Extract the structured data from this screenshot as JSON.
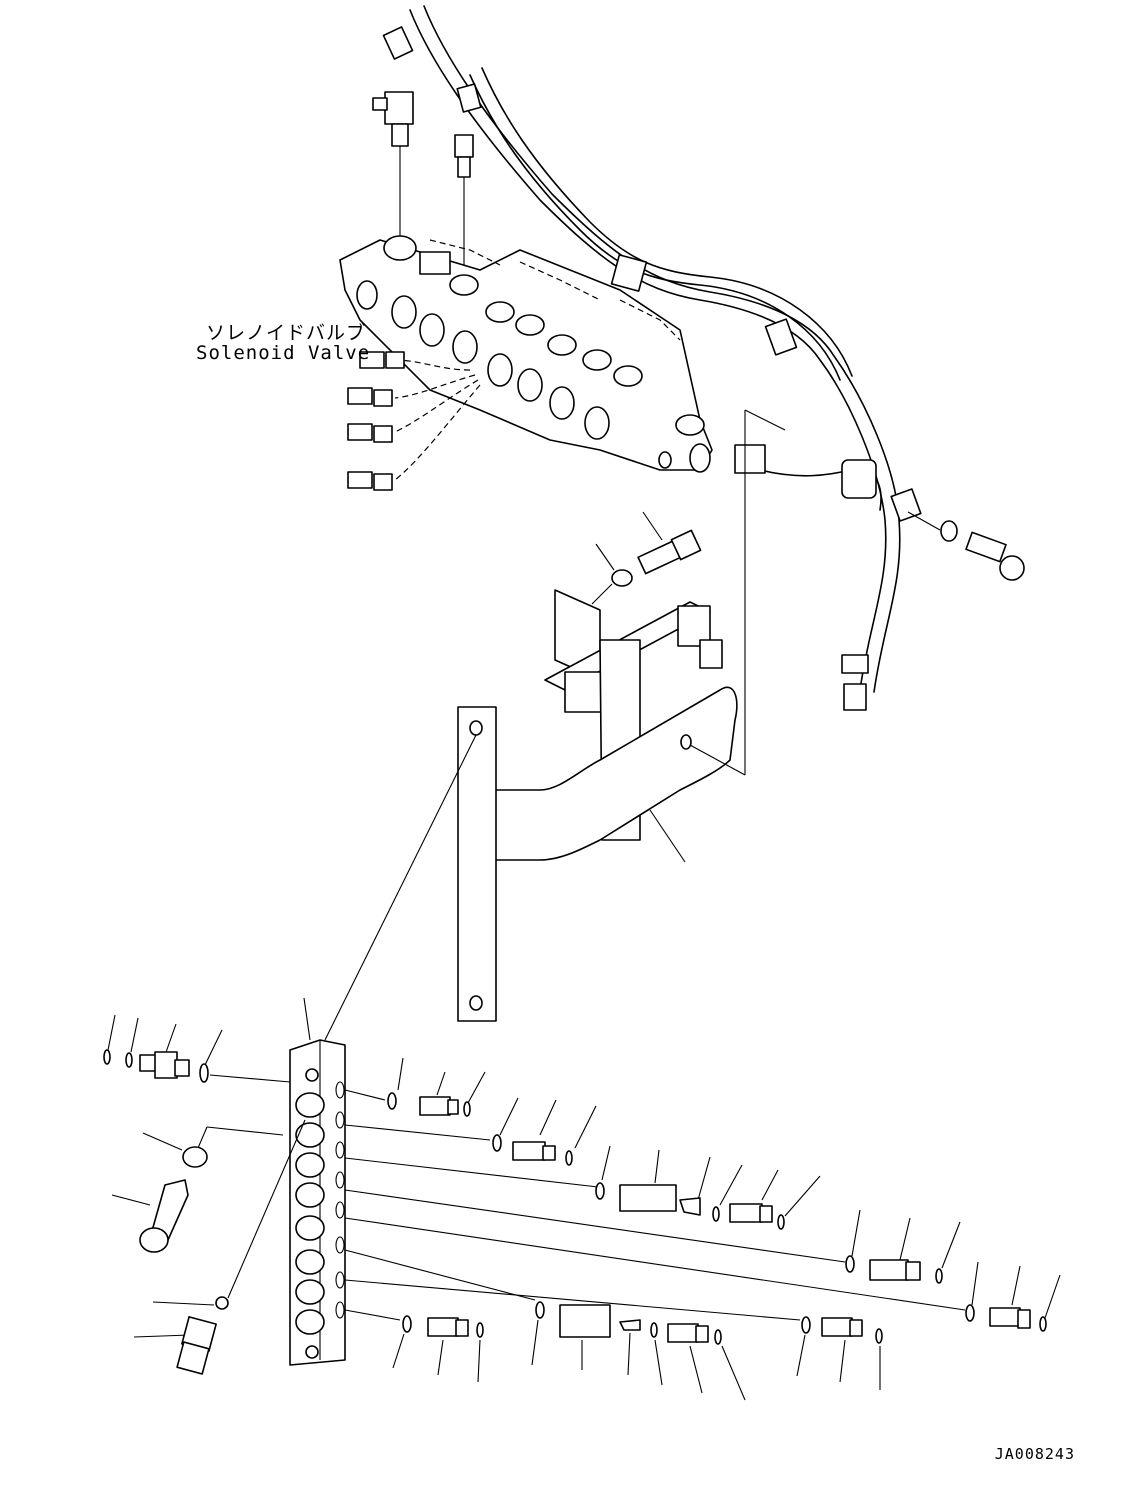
{
  "drawing": {
    "label_jp": "ソレノイドバルブ",
    "label_en": "Solenoid Valve",
    "drawing_number": "JA008243"
  }
}
